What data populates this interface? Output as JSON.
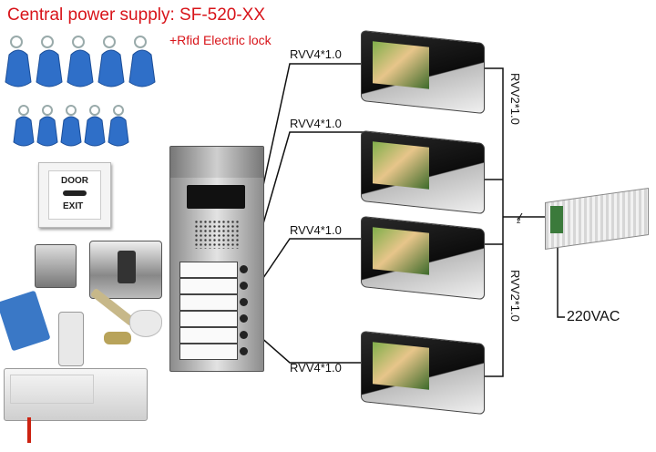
{
  "title": "Central power supply:  SF-520-XX",
  "subtitle": "+Rfid Electric lock",
  "exit_button": {
    "line1": "DOOR",
    "line2": "EXIT"
  },
  "cable_labels": [
    "RVV4*1.0",
    "RVV4*1.0",
    "RVV4*1.0",
    "RVV4*1.0"
  ],
  "bus_labels": [
    "RVV2*1.0",
    "RVV2*1.0"
  ],
  "power_marker": "2",
  "power_label": "220VAC",
  "colors": {
    "title": "#d8141a",
    "wire": "#111111",
    "tag": "#2f6fc8"
  }
}
